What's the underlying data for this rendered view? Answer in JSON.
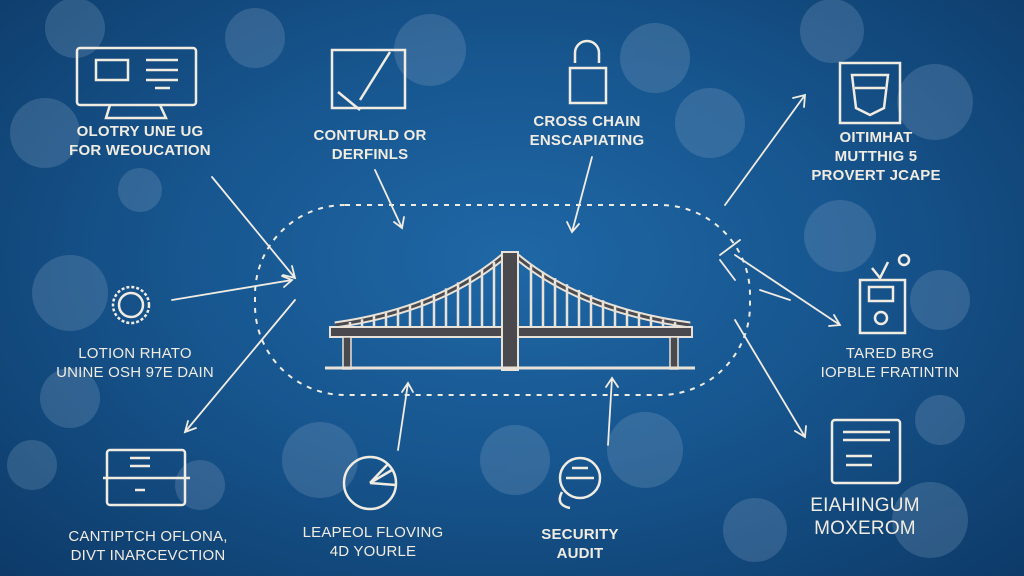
{
  "nodes": {
    "top_left": {
      "lines": [
        "OLOTRY UNE UG",
        "FOR WEOUCATION"
      ],
      "icon": "monitor-icon"
    },
    "top_mid_left": {
      "lines": [
        "CONTURLD OR",
        "DERFINLS"
      ],
      "icon": "pen-board-icon"
    },
    "top_mid_right": {
      "lines": [
        "CROSS CHAIN",
        "ENSCAPIATING"
      ],
      "icon": "lock-icon"
    },
    "top_right": {
      "lines": [
        "OITIMHAT",
        "MUTTHIG 5",
        "PROVERT JCAPE"
      ],
      "icon": "box-icon"
    },
    "mid_left": {
      "lines": [
        "LOTION RHATO",
        "UNINE OSH 97E DAIN"
      ],
      "icon": "gear-icon"
    },
    "mid_right": {
      "lines": [
        "TARED BRG",
        "IOPBLE FRATINTIN"
      ],
      "icon": "device-icon"
    },
    "bottom_left": {
      "lines": [
        "CANTIPTCH OFLONA,",
        "DIVT INARCEVCTION"
      ],
      "icon": "server-icon"
    },
    "bottom_mid_left": {
      "lines": [
        "LEAPEOL FLOVING",
        "4D YOURLE"
      ],
      "icon": "pie-chart-icon"
    },
    "bottom_mid_right": {
      "lines": [
        "SECURITY",
        "AUDIT"
      ],
      "icon": "audit-icon"
    },
    "bottom_right": {
      "lines": [
        "EIAHINGUM",
        "MOXEROM"
      ],
      "icon": "document-icon"
    }
  },
  "colors": {
    "background": "#17568f",
    "line": "#f1ece2",
    "bridge": "#4a4a4e"
  }
}
